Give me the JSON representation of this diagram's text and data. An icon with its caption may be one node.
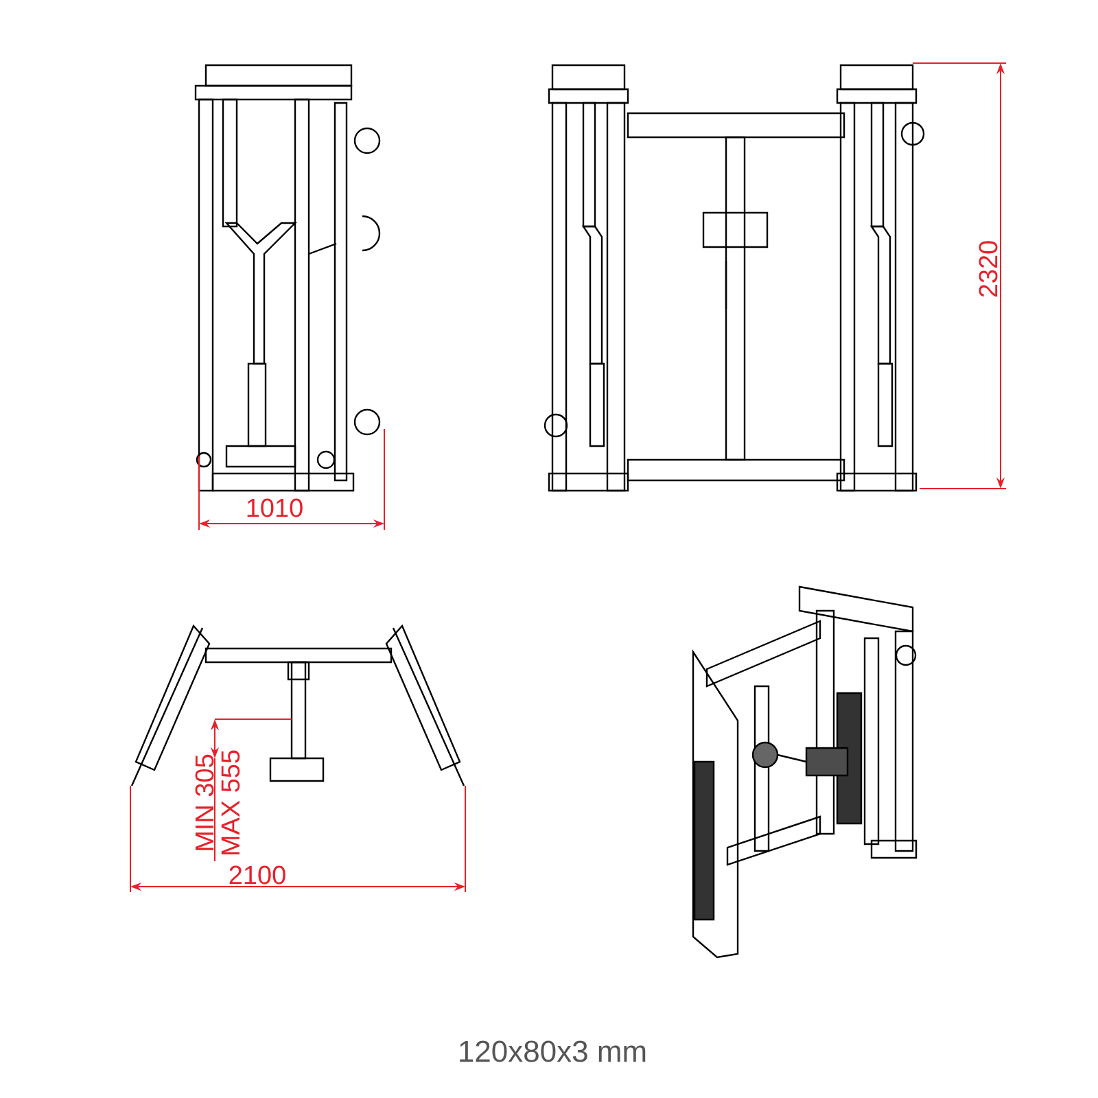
{
  "diagram": {
    "caption": "120x80x3 mm",
    "labels": [
      "2320",
      "1010",
      "MIN 305",
      "MAX 555",
      "2100"
    ]
  }
}
